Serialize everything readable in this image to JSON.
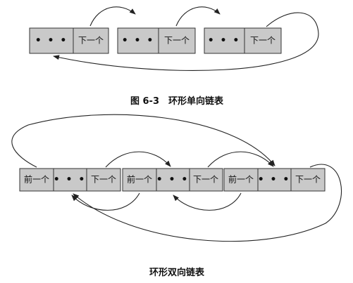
{
  "singly_linked": {
    "dots": "• • •",
    "next_label": "下一个",
    "caption": "图 6-3　环形单向链表"
  },
  "doubly_linked": {
    "prev_label": "前一个",
    "dots": "• • •",
    "next_label": "下一个",
    "caption": "环形双向链表"
  }
}
